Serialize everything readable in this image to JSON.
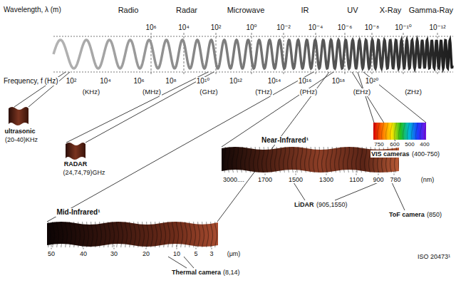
{
  "diagram": {
    "labels": [
      "Wavelength, λ (m)",
      "Radio",
      "Radar",
      "Microwave",
      "IR",
      "UV",
      "X-Ray",
      "Gamma-Ray",
      "10⁶",
      "10⁴",
      "10²",
      "10⁰",
      "10⁻²",
      "10⁻⁴",
      "10⁻⁶",
      "10⁻⁸",
      "10⁻¹⁰",
      "10⁻¹²",
      "Frequency, f (Hz)",
      "10²",
      "10⁴",
      "10⁶",
      "10⁸",
      "10¹⁰",
      "10¹²",
      "10¹⁴",
      "10¹⁶",
      "10¹⁸",
      "10²⁰",
      "(KHz)",
      "(MHz)",
      "(GHz)",
      "(THz)",
      "(PHz)",
      "(EHz)",
      "(ZHz)",
      "ultrasonic",
      "(20-40)KHz",
      "RADAR",
      "(24,74,79)GHz",
      "750",
      "600",
      "500",
      "400",
      "VIS cameras",
      "(400-750)",
      "Near-Infrared¹",
      "3000....",
      "1700",
      "1500",
      "1300",
      "1100",
      "900",
      "780",
      "(nm)",
      "LiDAR",
      "(905,1550)",
      "ToF camera",
      "(850)",
      "Mid-Infrared¹",
      "50",
      "40",
      "30",
      "20",
      "10",
      "5",
      "3",
      "(μm)",
      "Thermal camera",
      "(8,14)",
      "ISO 20473¹"
    ]
  }
}
